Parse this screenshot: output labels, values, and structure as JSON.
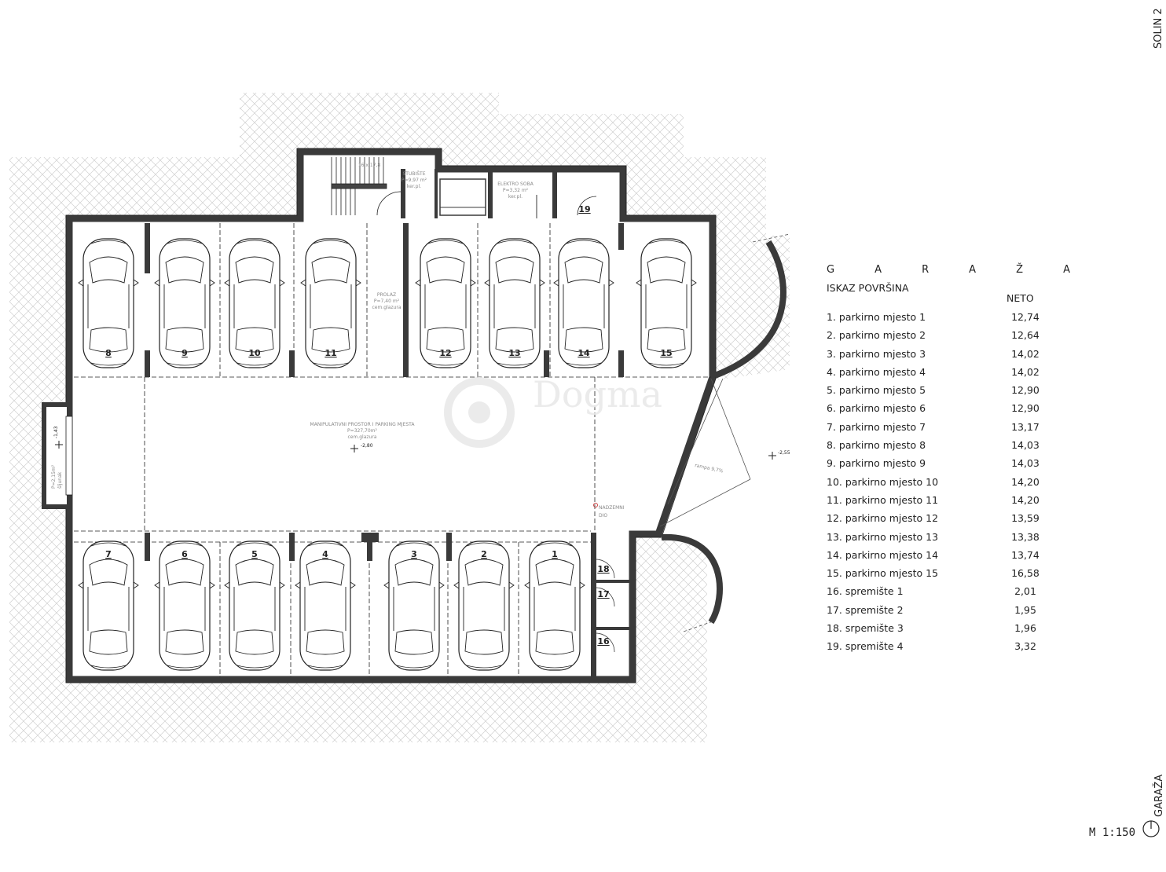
{
  "header": {
    "project_label": "SOLIN 2"
  },
  "legend": {
    "title_letters": [
      "G",
      "A",
      "R",
      "A",
      "Ž",
      "A"
    ],
    "subtitle": "ISKAZ POVRŠINA",
    "column_header": "NETO",
    "rows": [
      {
        "name": "1. parkirno mjesto 1",
        "value": "12,74"
      },
      {
        "name": "2. parkirno mjesto 2",
        "value": "12,64"
      },
      {
        "name": "3. parkirno mjesto 3",
        "value": "14,02"
      },
      {
        "name": "4. parkirno mjesto 4",
        "value": "14,02"
      },
      {
        "name": "5. parkirno mjesto 5",
        "value": "12,90"
      },
      {
        "name": "6. parkirno mjesto 6",
        "value": "12,90"
      },
      {
        "name": "7. parkirno mjesto 7",
        "value": "13,17"
      },
      {
        "name": "8. parkirno mjesto 8",
        "value": "14,03"
      },
      {
        "name": "9. parkirno mjesto 9",
        "value": "14,03"
      },
      {
        "name": "10. parkirno mjesto 10",
        "value": "14,20"
      },
      {
        "name": "11. parkirno mjesto 11",
        "value": "14,20"
      },
      {
        "name": "12. parkirno mjesto 12",
        "value": "13,59"
      },
      {
        "name": "13. parkirno mjesto 13",
        "value": "13,38"
      },
      {
        "name": "14. parkirno mjesto 14",
        "value": "13,74"
      },
      {
        "name": "15. parkirno mjesto 15",
        "value": "16,58"
      },
      {
        "name": "16. spremište 1",
        "value": "2,01"
      },
      {
        "name": "17. spremište 2",
        "value": "1,95"
      },
      {
        "name": "18. srpemište 3",
        "value": "1,96"
      },
      {
        "name": "19. spremište 4",
        "value": "3,32"
      }
    ]
  },
  "plan": {
    "spaces_top": [
      "8",
      "9",
      "10",
      "11",
      "12",
      "13",
      "14",
      "15"
    ],
    "spaces_bottom": [
      "7",
      "6",
      "5",
      "4",
      "3",
      "2",
      "1"
    ],
    "storage": [
      "19",
      "18",
      "17",
      "16"
    ],
    "room_labels": {
      "stair": [
        "STUBIŠTE",
        "P=9,97 m²",
        "ker.pl."
      ],
      "electro": [
        "ELEKTRO SOBA",
        "P=3,32 m²",
        "ker.pl."
      ],
      "passage": [
        "PROLAZ",
        "P=7,40 m²",
        "cem.glazura"
      ],
      "manoeuvre": [
        "MANIPULATIVNI PROSTOR I PARKING MJESTA",
        "P=327,70m²",
        "cem.glazura"
      ],
      "gravel": [
        "P=2,15m²",
        "šljunak"
      ],
      "above": [
        "NADZEMNI",
        "DIO"
      ],
      "ramp": "rampa 9,7%",
      "stair_steps": "16 x 17,8"
    },
    "levels": {
      "main": "-2,80",
      "ramp": "-2,55",
      "gravel": "-1,43"
    },
    "watermark": "Dogma"
  },
  "footer": {
    "scale": "M 1:150",
    "sheet_title": "GARAŽA"
  },
  "colors": {
    "wall": "#3a3a3a",
    "line": "#222222",
    "hatch": "#cfcfcf",
    "watermark": "#e9e9e9"
  }
}
